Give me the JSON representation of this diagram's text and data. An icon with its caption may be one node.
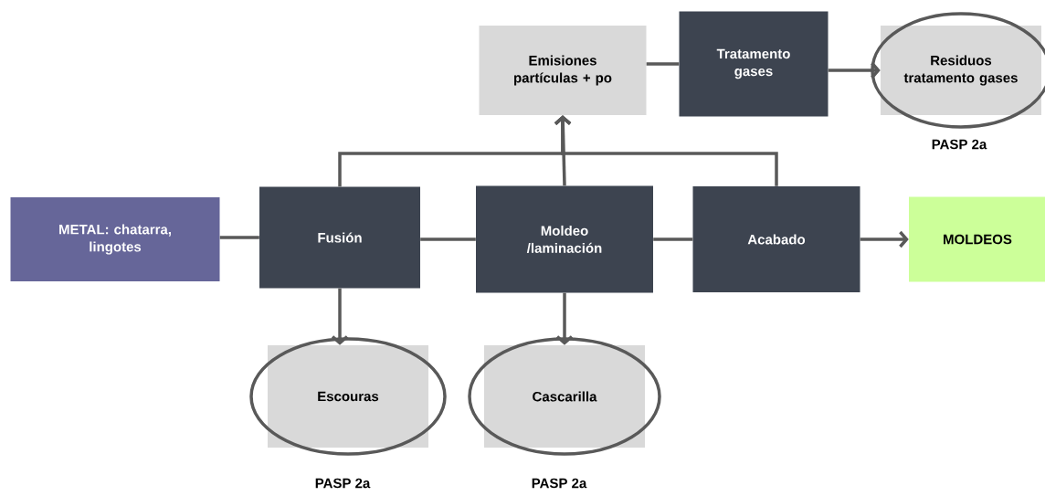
{
  "diagram": {
    "nodes": [
      {
        "text": [
          "METAL: chatarra, lingotes"
        ]
      },
      {
        "text": [
          "Fusión"
        ]
      },
      {
        "text": [
          "Moldeo /laminación"
        ]
      },
      {
        "text": [
          "Acabado"
        ]
      },
      {
        "text": [
          "MOLDEOS"
        ]
      },
      {
        "text": [
          "Emisiones partículas + po"
        ]
      },
      {
        "text": [
          "Tratamento gases"
        ]
      },
      {
        "text": [
          "Residuos tratamento gases"
        ],
        "beside": [
          "PASP 2a"
        ]
      },
      {
        "text": [
          "Escouras"
        ],
        "beside": [
          "PASP 2a"
        ]
      },
      {
        "text": [
          "Cascarilla"
        ],
        "beside": [
          "PASP 2a"
        ]
      }
    ],
    "edges": [
      {
        "from": 0,
        "to": 1,
        "arrow": "none"
      },
      {
        "from": 1,
        "to": 2,
        "arrow": "none"
      },
      {
        "from": 2,
        "to": 3,
        "arrow": "none"
      },
      {
        "from": 3,
        "to": 4,
        "arrow": "to"
      },
      {
        "from": 1,
        "to": 5,
        "arrow": "to"
      },
      {
        "from": 2,
        "to": 5,
        "arrow": "to"
      },
      {
        "from": 3,
        "to": 5,
        "arrow": "to"
      },
      {
        "from": 5,
        "to": 6,
        "arrow": "none"
      },
      {
        "from": 6,
        "to": 7,
        "arrow": "to"
      },
      {
        "from": 1,
        "to": 8,
        "arrow": "to"
      },
      {
        "from": 2,
        "to": 9,
        "arrow": "to"
      }
    ]
  }
}
